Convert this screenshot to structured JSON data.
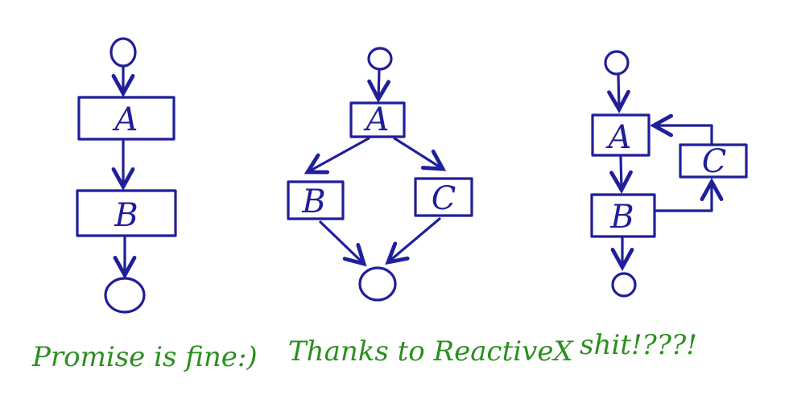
{
  "colors": {
    "ink": "#1f1f9a",
    "caption": "#2b8f1f",
    "background": "#ffffff"
  },
  "diagrams": [
    {
      "caption": "Promise is fine:)",
      "nodes": {
        "a": "A",
        "b": "B"
      }
    },
    {
      "caption": "Thanks to ReactiveX",
      "nodes": {
        "a": "A",
        "b": "B",
        "c": "C"
      }
    },
    {
      "caption": "shit!???!",
      "nodes": {
        "a": "A",
        "b": "B",
        "c": "C"
      }
    }
  ]
}
